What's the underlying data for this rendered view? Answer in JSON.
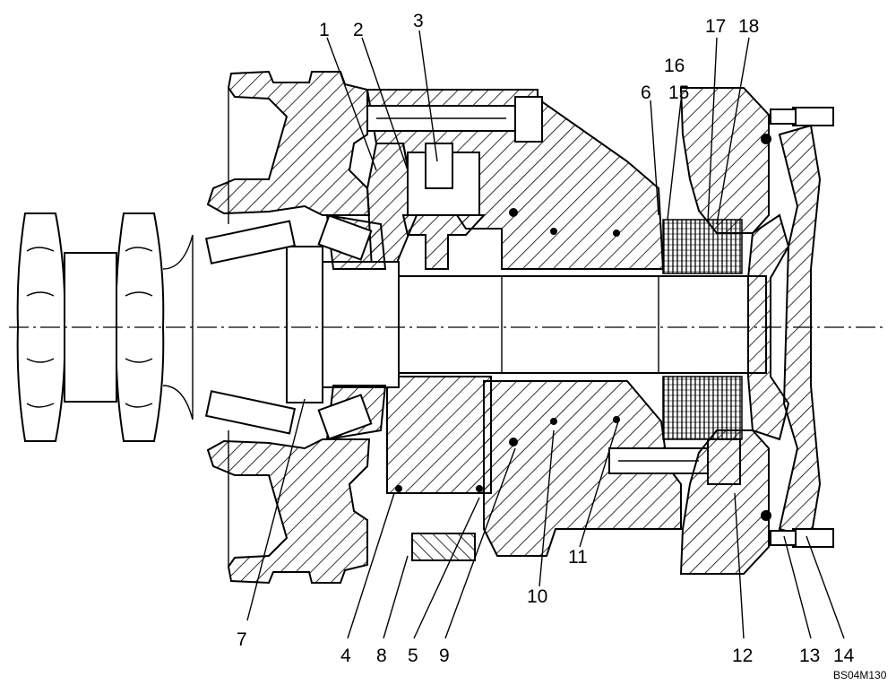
{
  "drawing": {
    "code": "BS04M130",
    "callouts": [
      "1",
      "2",
      "3",
      "4",
      "5",
      "6",
      "7",
      "8",
      "9",
      "10",
      "11",
      "12",
      "13",
      "14",
      "15",
      "16",
      "17",
      "18"
    ]
  }
}
